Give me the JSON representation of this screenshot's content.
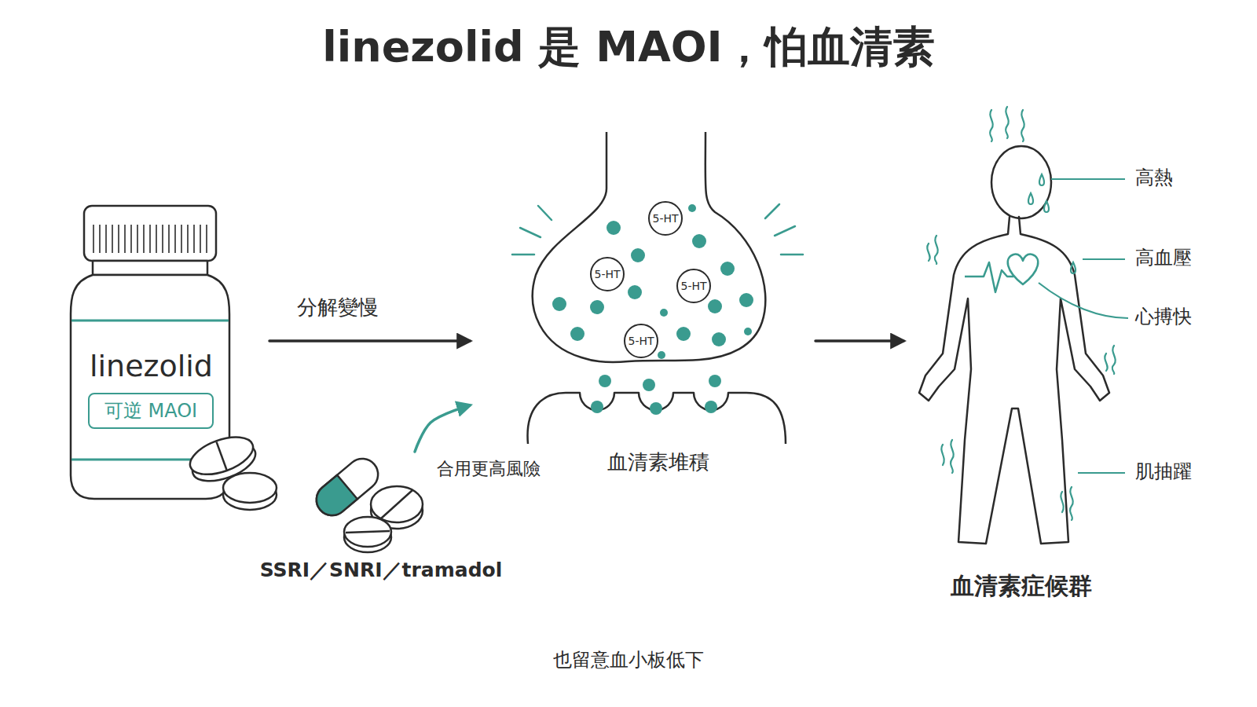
{
  "diagram": {
    "title": "linezolid 是 MAOI，怕血清素",
    "nodes": [
      {
        "text": [
          "linezolid"
        ]
      },
      {
        "text": [
          "可逆 MAOI"
        ],
        "in": 0
      },
      {
        "text": [
          "血清素堆積"
        ]
      },
      {
        "text": [
          "5-HT"
        ],
        "in": 2
      },
      {
        "text": [
          "5-HT"
        ],
        "in": 2
      },
      {
        "text": [
          "5-HT"
        ],
        "in": 2
      },
      {
        "text": [
          "5-HT"
        ],
        "in": 2
      },
      {
        "text": [
          "SSRI／SNRI／tramadol"
        ]
      },
      {
        "text": [
          "血清素症候群"
        ]
      }
    ],
    "edges": [
      {
        "from": 0,
        "to": 2,
        "arrow": "to",
        "label": "分解變慢"
      },
      {
        "from": 7,
        "to": 2,
        "arrow": "to",
        "label": "合用更高風險"
      },
      {
        "from": 2,
        "to": 8,
        "arrow": "to"
      }
    ],
    "labels": [
      "高熱",
      "高血壓",
      "心搏快",
      "肌抽躍"
    ],
    "caption": "也留意血小板低下"
  }
}
